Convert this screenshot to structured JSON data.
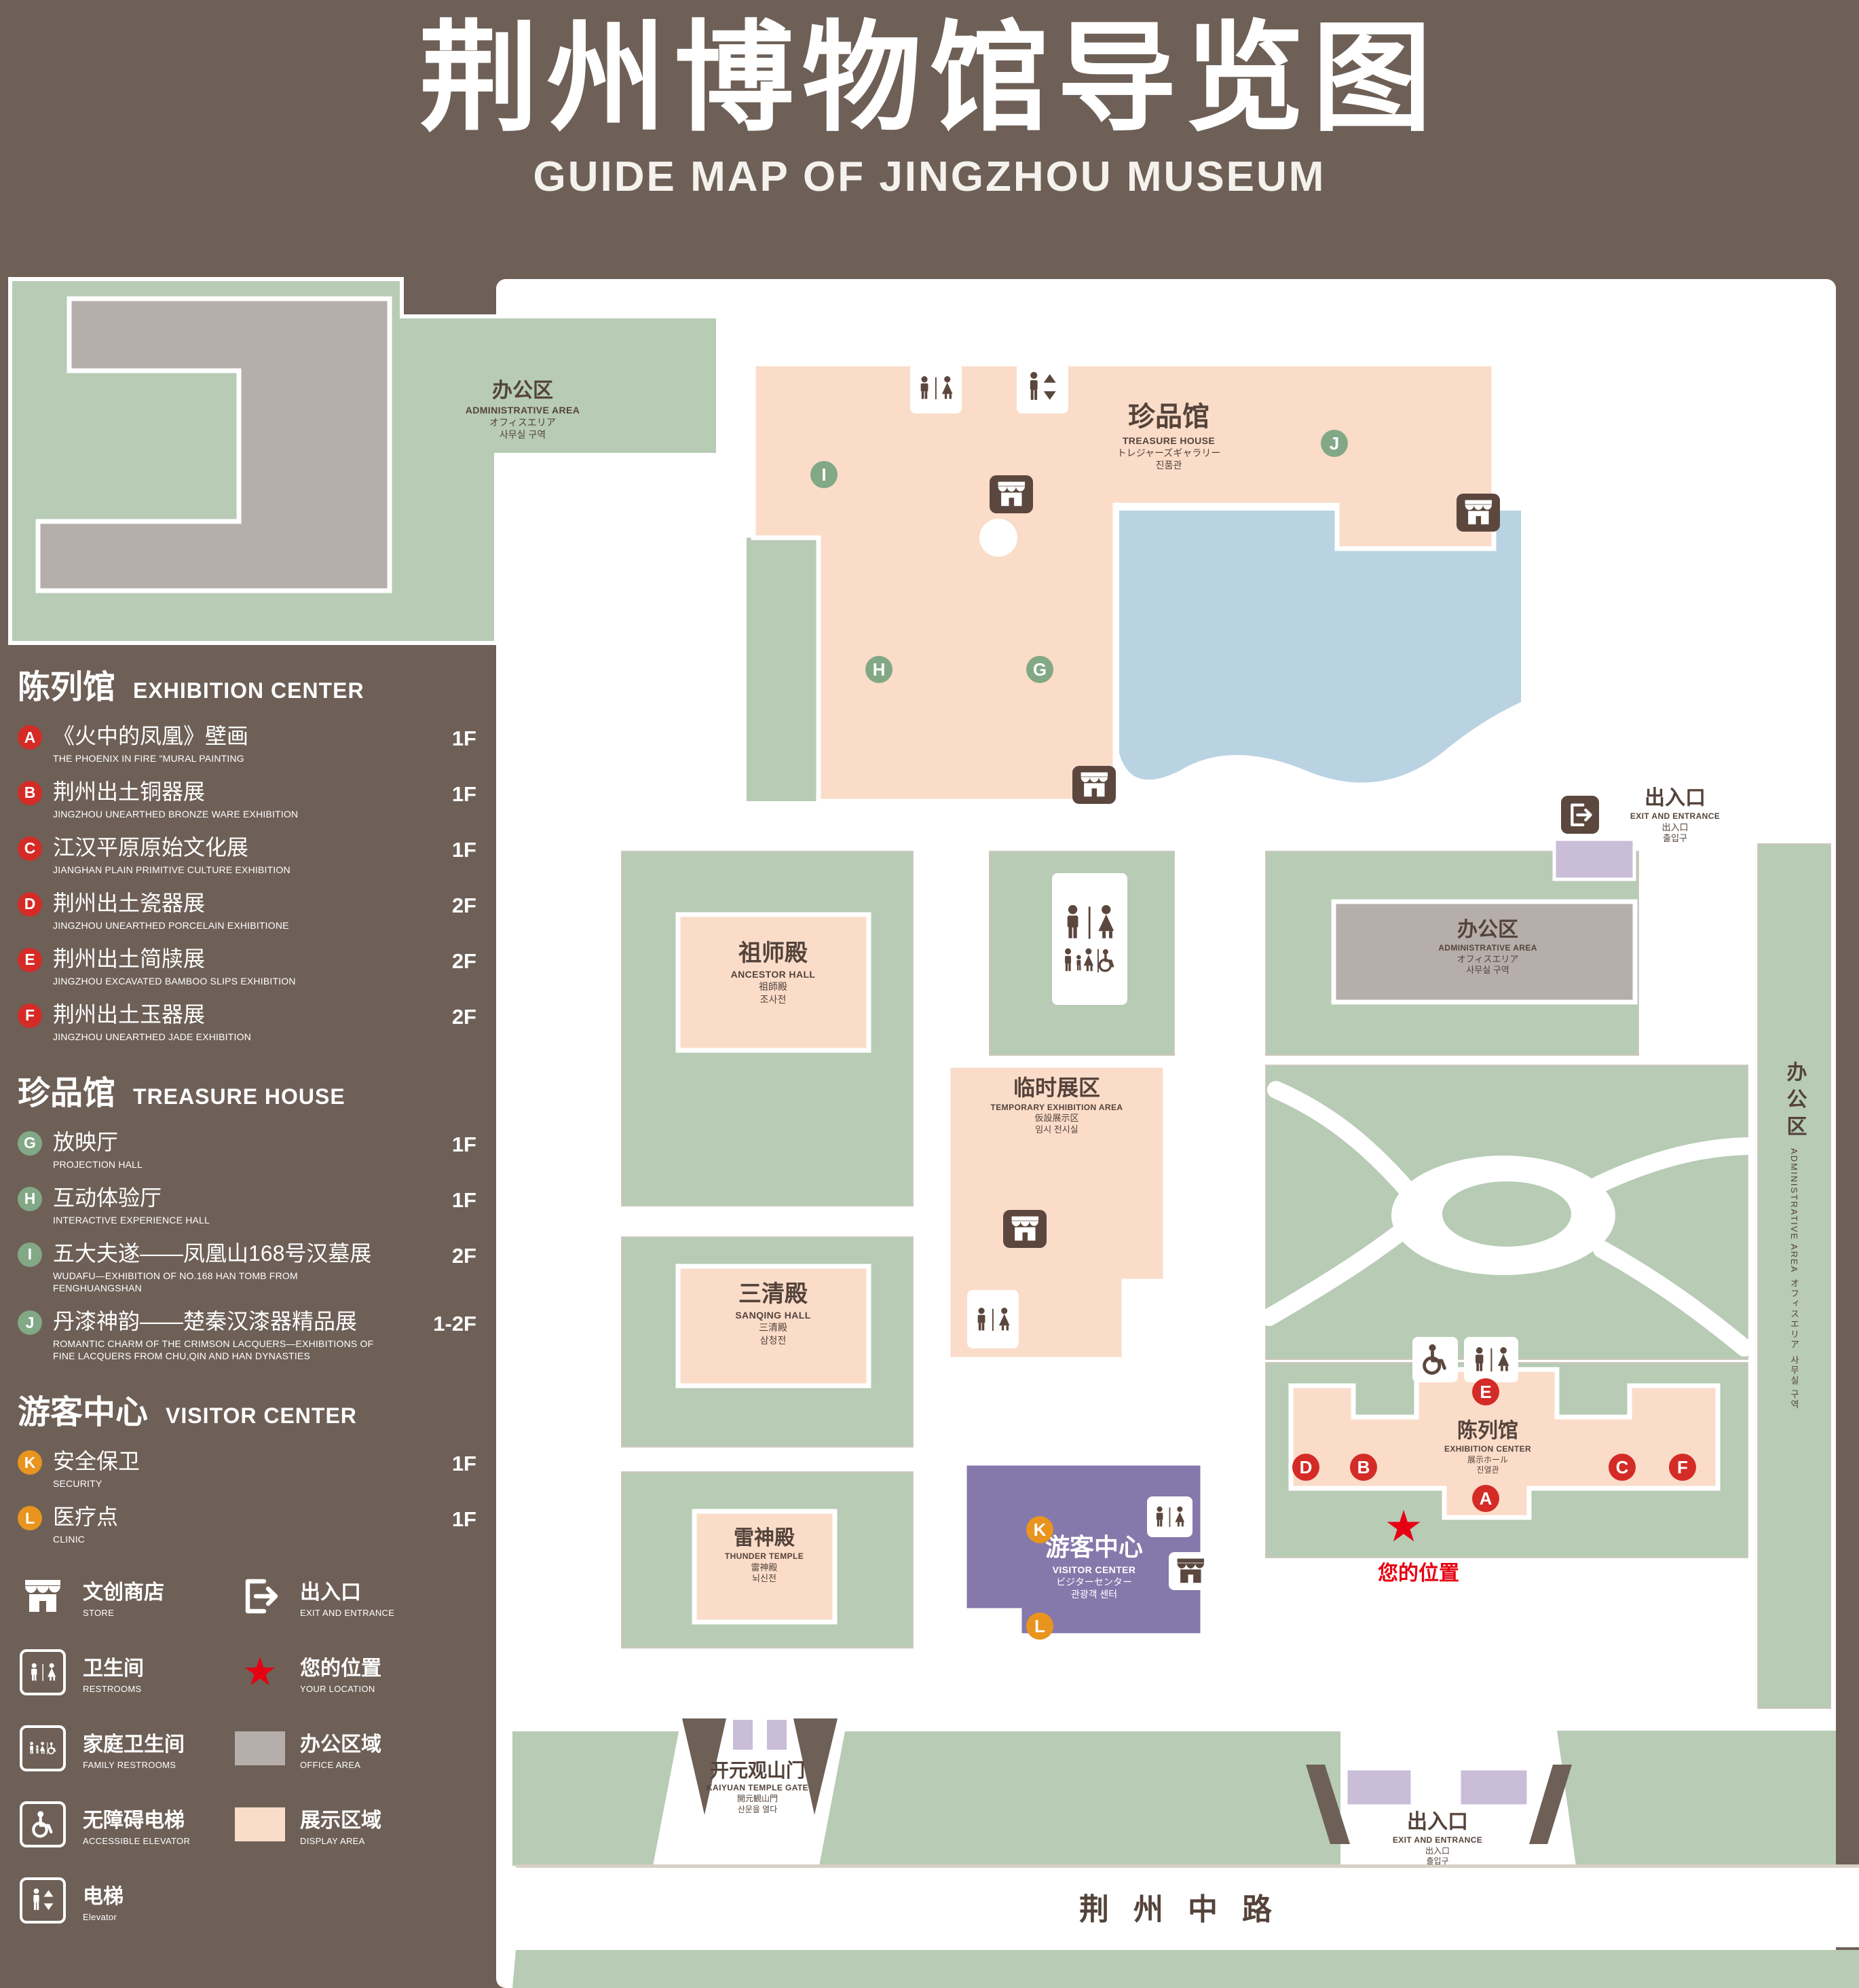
{
  "title": {
    "zh": "荆州博物馆导览图",
    "en": "GUIDE MAP OF JINGZHOU MUSEUM"
  },
  "colors": {
    "background": "#6E6057",
    "lawn": "#B7CBB5",
    "display_area": "#FADCC9",
    "office_area": "#B5AEAA",
    "water": "#B9D3E3",
    "visitor_center": "#8578AB",
    "entrance_block": "#C9BDD8",
    "marker_exhibition": "#D42B26",
    "marker_treasure": "#82A886",
    "marker_visitor": "#E8941F",
    "location_red": "#E60012",
    "map_text": "#54433B"
  },
  "legend": {
    "sections": [
      {
        "zh": "陈列馆",
        "en": "EXHIBITION CENTER",
        "items": [
          {
            "id": "A",
            "zh": "《火中的凤凰》壁画",
            "en": "THE PHOENIX IN FIRE \"MURAL PAINTING",
            "floor": "1F"
          },
          {
            "id": "B",
            "zh": "荆州出土铜器展",
            "en": "JINGZHOU UNEARTHED BRONZE WARE EXHIBITION",
            "floor": "1F"
          },
          {
            "id": "C",
            "zh": "江汉平原原始文化展",
            "en": "JIANGHAN PLAIN PRIMITIVE CULTURE EXHIBITION",
            "floor": "1F"
          },
          {
            "id": "D",
            "zh": "荆州出土瓷器展",
            "en": "JINGZHOU UNEARTHED PORCELAIN EXHIBITIONE",
            "floor": "2F"
          },
          {
            "id": "E",
            "zh": "荆州出土简牍展",
            "en": "JINGZHOU EXCAVATED BAMBOO SLIPS EXHIBITION",
            "floor": "2F"
          },
          {
            "id": "F",
            "zh": "荆州出土玉器展",
            "en": "JINGZHOU UNEARTHED JADE EXHIBITION",
            "floor": "2F"
          }
        ]
      },
      {
        "zh": "珍品馆",
        "en": "TREASURE HOUSE",
        "items": [
          {
            "id": "G",
            "zh": "放映厅",
            "en": "PROJECTION HALL",
            "floor": "1F"
          },
          {
            "id": "H",
            "zh": "互动体验厅",
            "en": "INTERACTIVE EXPERIENCE HALL",
            "floor": "1F"
          },
          {
            "id": "I",
            "zh": "五大夫遂——凤凰山168号汉墓展",
            "en": "WUDAFU—EXHIBITION OF NO.168 HAN TOMB FROM FENGHUANGSHAN",
            "floor": "2F"
          },
          {
            "id": "J",
            "zh": "丹漆神韵——楚秦汉漆器精品展",
            "en": "ROMANTIC CHARM OF THE CRIMSON LACQUERS—EXHIBITIONS OF FINE LACQUERS FROM CHU,QIN AND HAN DYNASTIES",
            "floor": "1-2F"
          }
        ]
      },
      {
        "zh": "游客中心",
        "en": "VISITOR CENTER",
        "items": [
          {
            "id": "K",
            "zh": "安全保卫",
            "en": "SECURITY",
            "floor": "1F"
          },
          {
            "id": "L",
            "zh": "医疗点",
            "en": "CLINIC",
            "floor": "1F"
          }
        ]
      }
    ],
    "symbols": [
      {
        "zh": "文创商店",
        "en": "STORE"
      },
      {
        "zh": "出入口",
        "en": "EXIT AND ENTRANCE"
      },
      {
        "zh": "卫生间",
        "en": "RESTROOMS"
      },
      {
        "zh": "您的位置",
        "en": "YOUR LOCATION"
      },
      {
        "zh": "家庭卫生间",
        "en": "FAMILY RESTROOMS"
      },
      {
        "zh": "办公区域",
        "en": "OFFICE AREA"
      },
      {
        "zh": "无障碍电梯",
        "en": "ACCESSIBLE ELEVATOR"
      },
      {
        "zh": "展示区域",
        "en": "DISPLAY AREA"
      },
      {
        "zh": "电梯",
        "en": "Elevator"
      }
    ]
  },
  "map": {
    "location_star_glyph": "★",
    "admin_top_left": {
      "zh": "办公区",
      "en": "ADMINISTRATIVE AREA",
      "jp": "オフィスエリア",
      "kr": "사무실 구역"
    },
    "treasure_house": {
      "zh": "珍品馆",
      "en": "TREASURE HOUSE",
      "jp": "トレジャーズギャラリー",
      "kr": "진품관"
    },
    "exit_east": {
      "zh": "出入口",
      "en": "EXIT AND ENTRANCE",
      "jp": "出入口",
      "kr": "출입구"
    },
    "ancestor_hall": {
      "zh": "祖师殿",
      "en": "ANCESTOR HALL",
      "jp": "祖師殿",
      "kr": "조사전"
    },
    "temporary_area": {
      "zh": "临时展区",
      "en": "TEMPORARY EXHIBITION AREA",
      "jp": "仮設展示区",
      "kr": "임시 전시실"
    },
    "admin_middle": {
      "zh": "办公区",
      "en": "ADMINISTRATIVE AREA",
      "jp": "オフィスエリア",
      "kr": "사무실 구역"
    },
    "admin_east": {
      "zh": "办公区",
      "en": "ADMINISTRATIVE AREA",
      "jp": "オフィスエリア",
      "kr": "사무실 구역"
    },
    "sanqing_hall": {
      "zh": "三清殿",
      "en": "SANQING HALL",
      "jp": "三清殿",
      "kr": "삼청전"
    },
    "thunder_temple": {
      "zh": "雷神殿",
      "en": "THUNDER TEMPLE",
      "jp": "雷神殿",
      "kr": "뇌신전"
    },
    "visitor_center": {
      "zh": "游客中心",
      "en": "VISITOR CENTER",
      "jp": "ビジターセンター",
      "kr": "관광객 센터"
    },
    "exhibition_center": {
      "zh": "陈列馆",
      "en": "EXHIBITION CENTER",
      "jp": "展示ホール",
      "kr": "진열관"
    },
    "your_location": {
      "zh": "您的位置"
    },
    "gate": {
      "zh": "开元观山门",
      "en": "KAIYUAN TEMPLE GATE",
      "jp": "開元観山門",
      "kr": "산문을 열다"
    },
    "road": {
      "zh": "荆州中路"
    },
    "exit_south": {
      "zh": "出入口",
      "en": "EXIT AND ENTRANCE",
      "jp": "出入口",
      "kr": "출입구"
    },
    "markers": {
      "a": "A",
      "b": "B",
      "c": "C",
      "d": "D",
      "e": "E",
      "f": "F",
      "g": "G",
      "h": "H",
      "i": "I",
      "j": "J",
      "k": "K",
      "l": "L"
    }
  }
}
